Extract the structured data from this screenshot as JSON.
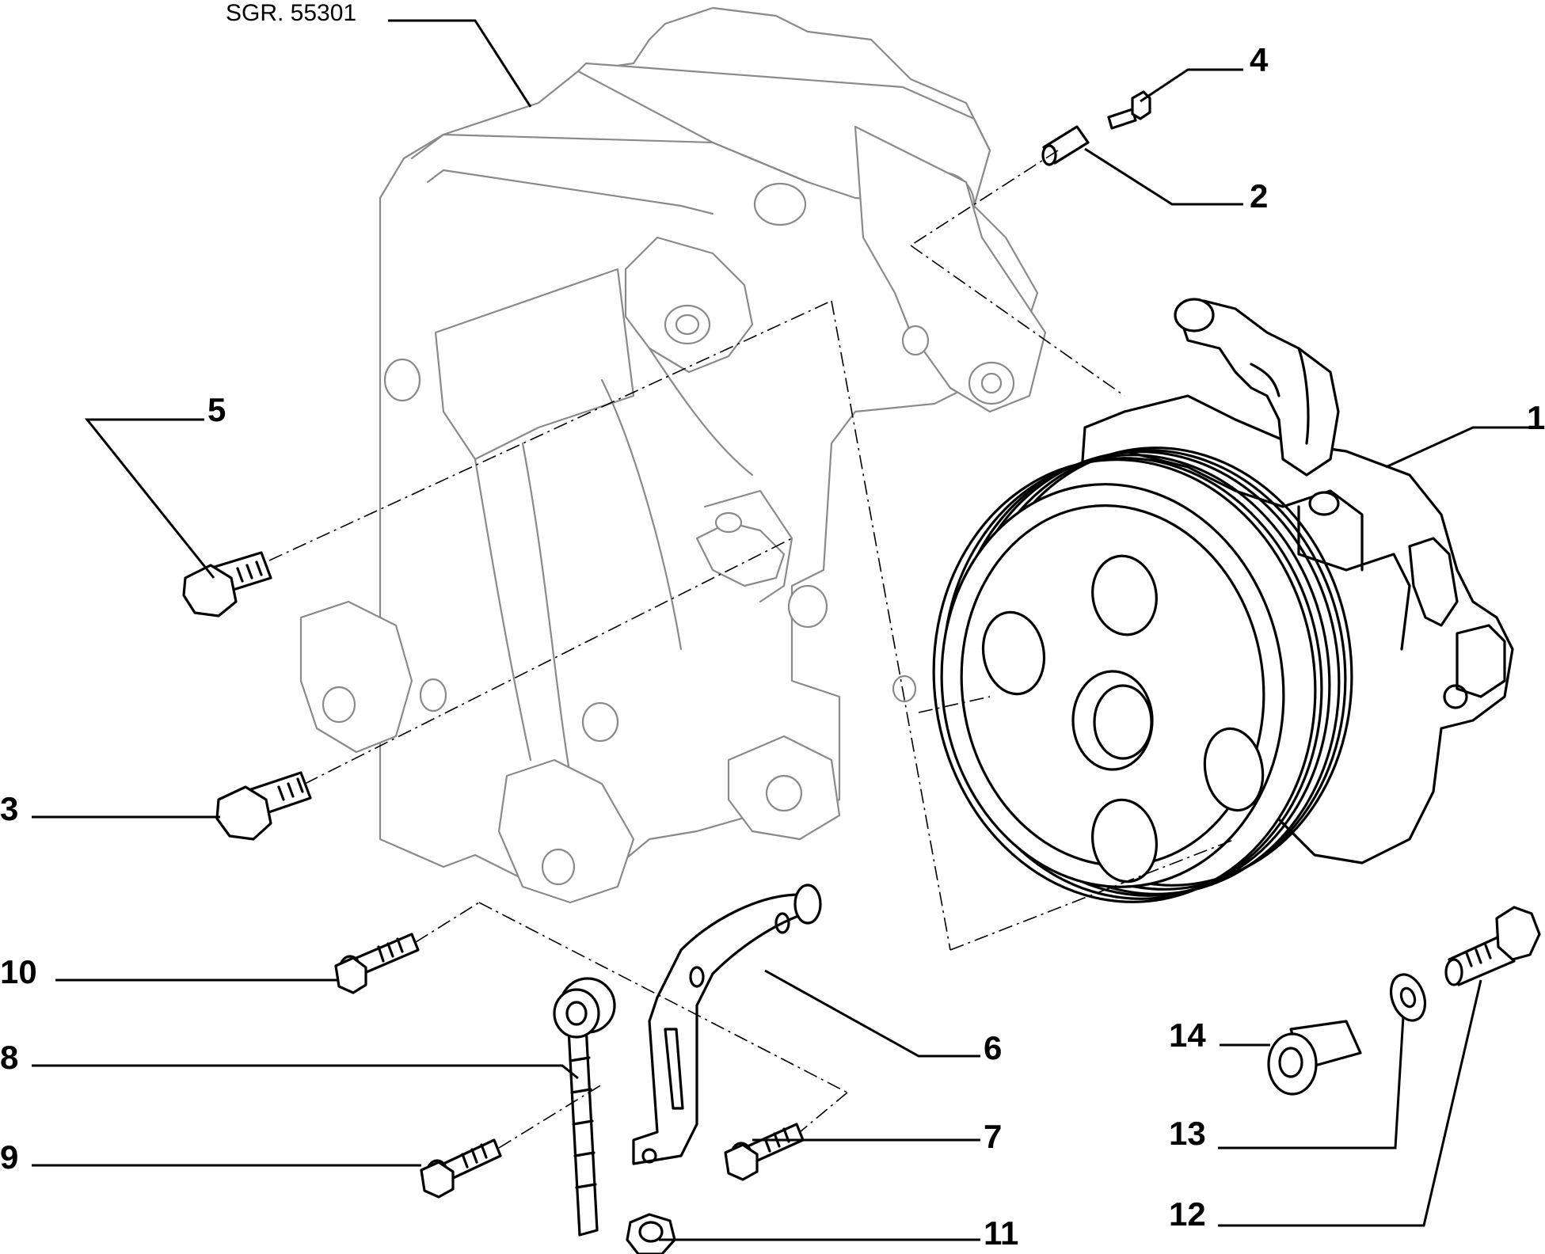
{
  "reference": {
    "text": "SGR. 55301"
  },
  "callouts": [
    {
      "id": "1",
      "label": "1"
    },
    {
      "id": "2",
      "label": "2"
    },
    {
      "id": "3",
      "label": "3"
    },
    {
      "id": "4",
      "label": "4"
    },
    {
      "id": "5",
      "label": "5"
    },
    {
      "id": "6",
      "label": "6"
    },
    {
      "id": "7",
      "label": "7"
    },
    {
      "id": "8",
      "label": "8"
    },
    {
      "id": "9",
      "label": "9"
    },
    {
      "id": "10",
      "label": "10"
    },
    {
      "id": "11",
      "label": "11"
    },
    {
      "id": "12",
      "label": "12"
    },
    {
      "id": "13",
      "label": "13"
    },
    {
      "id": "14",
      "label": "14"
    }
  ]
}
